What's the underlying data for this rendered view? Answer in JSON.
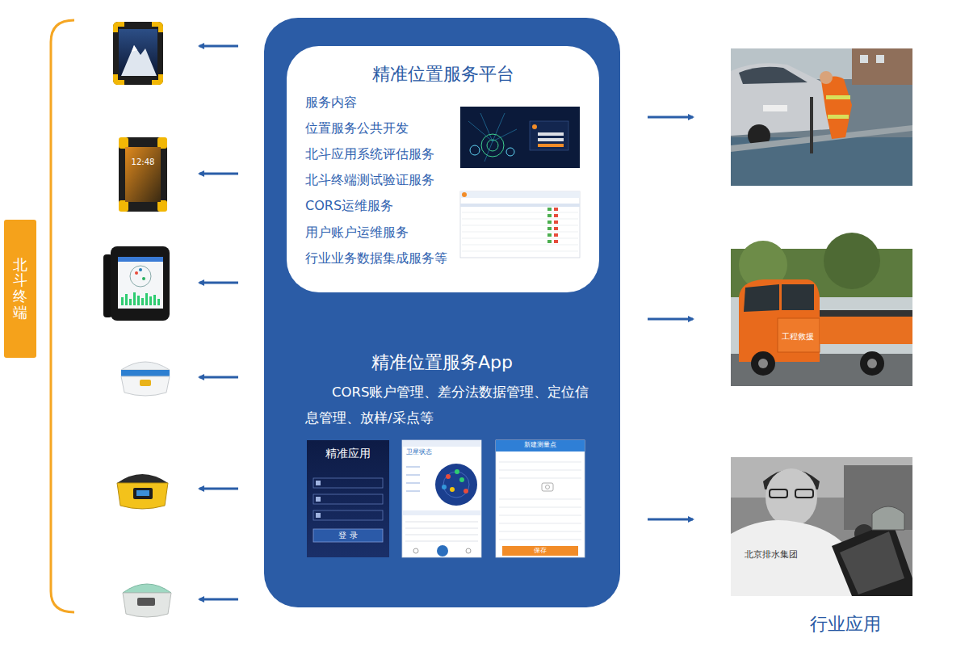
{
  "diagram": {
    "nodes": [
      {
        "text": [
          "北斗终端"
        ]
      },
      {
        "text": [
          "精准位置服务App",
          "CORS账户管理、差分法数据管理、定位信息管理、放样/采点等"
        ]
      },
      {
        "text": [
          "精准位置服务平台",
          "服务内容",
          "位置服务公共开发",
          "北斗应用系统评估服务",
          "北斗终端测试验证服务",
          "CORS运维服务",
          "用户账户运维服务",
          "行业业务数据集成服务等"
        ],
        "in": 1
      }
    ],
    "labels": [
      "12:48",
      "精准应用",
      "登 录",
      "卫星状态",
      "新建测量点",
      "保存",
      "工程救援",
      "北京排水集团",
      "行业应用"
    ]
  }
}
